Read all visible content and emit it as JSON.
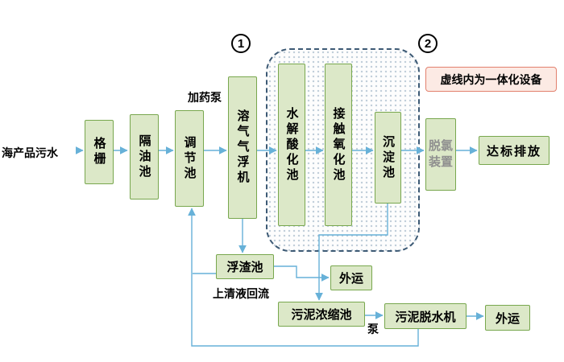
{
  "colors": {
    "box_fill": "#dce8c8",
    "box_border": "#78a74e",
    "arrow": "#67b1d8",
    "dashed_border": "#3d5a75",
    "stipple_dot": "#bfcdd9",
    "legend_fill": "#fceae4",
    "legend_border": "#e2806e",
    "dechlorination_text": "#8f8f8f"
  },
  "diagram": {
    "source_label": "海产品污水",
    "nodes": {
      "grid": "格栅",
      "oil_separation_tank": "隔油池",
      "regulating_tank": "调节池",
      "daf_machine": "溶气气浮机",
      "hydrolysis_acidification_tank": "水解酸化池",
      "contact_oxidation_tank": "接触氧化池",
      "sedimentation_tank": "沉淀池",
      "dechlorination_unit": "脱氯装置",
      "discharge": "达标排放",
      "scum_tank": "浮渣池",
      "offsite_1": "外运",
      "sludge_thickening_tank": "污泥浓缩池",
      "sludge_dewatering_machine": "污泥脱水机",
      "offsite_2": "外运"
    },
    "labels": {
      "dosing_pump": "加药泵",
      "supernatant_reflux": "上清液回流",
      "pump": "泵",
      "step1": "1",
      "step2": "2",
      "legend": "虚线内为一体化设备"
    }
  }
}
